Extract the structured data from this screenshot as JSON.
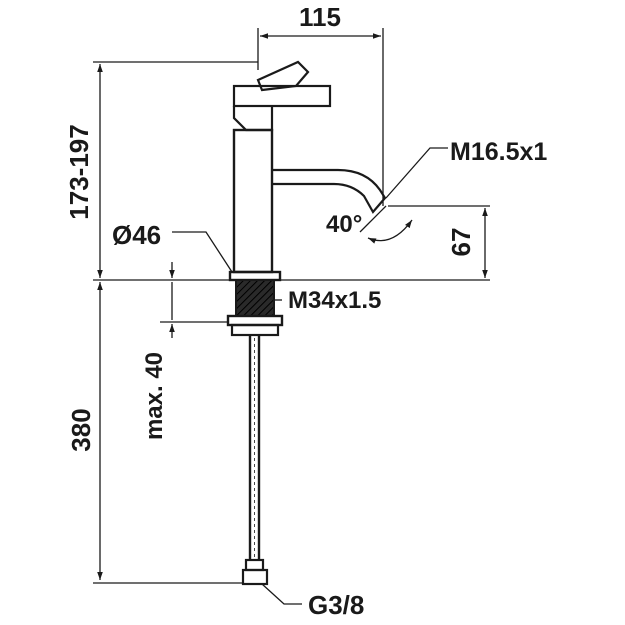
{
  "dimensions": {
    "spout_reach": "115",
    "height_range": "173-197",
    "outlet_thread": "M16.5x1",
    "spout_angle": "40°",
    "outlet_height": "67",
    "base_diameter": "Ø46",
    "mount_thread": "M34x1.5",
    "max_deck_thickness": "max. 40",
    "hose_length": "380",
    "hose_connection": "G3/8"
  }
}
